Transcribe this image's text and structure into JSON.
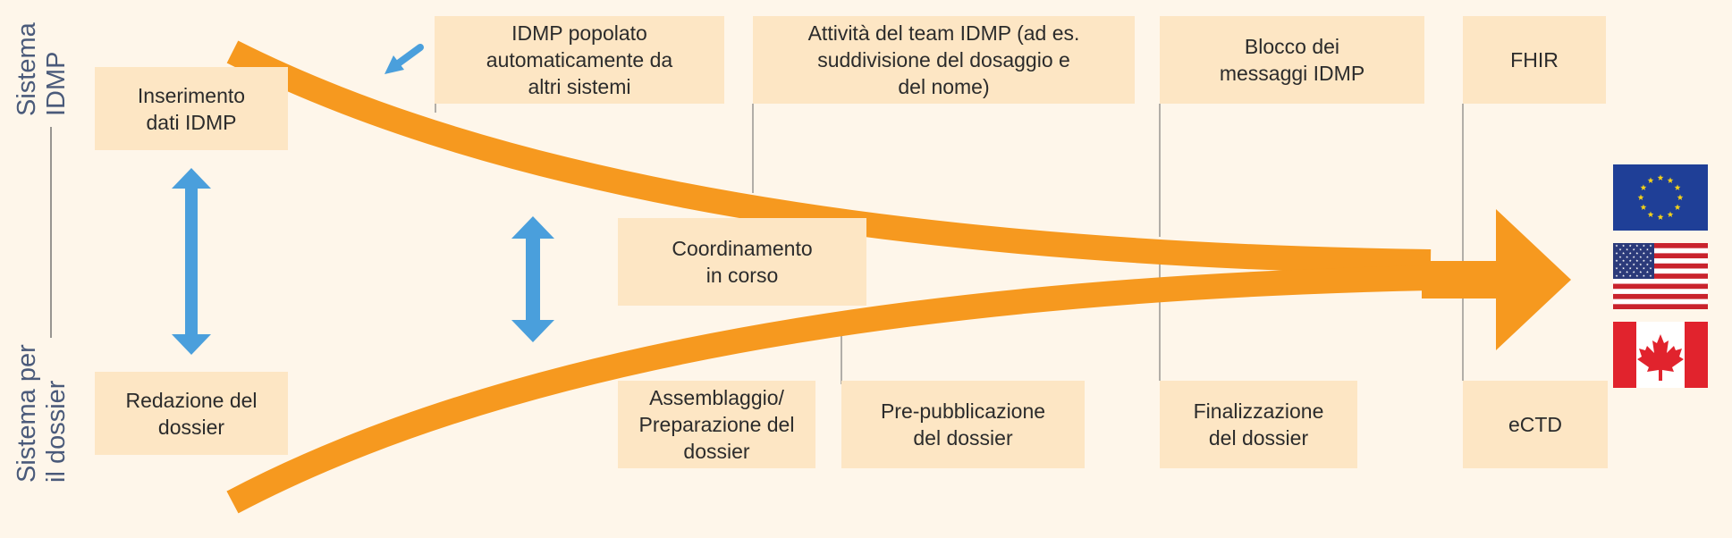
{
  "lanes": {
    "top": "Sistema\nIDMP",
    "bottom": "Sistema per\nil dossier"
  },
  "boxes": {
    "inserimento": "Inserimento\ndati IDMP",
    "redazione": "Redazione del\ndossier",
    "idmp_popolato": "IDMP popolato\nautomaticamente da\naltri sistemi",
    "attivita": "Attività del team IDMP (ad es.\nsuddivisione del dosaggio  e\ndel nome)",
    "blocco": "Blocco dei\nmessaggi IDMP",
    "fhir": "FHIR",
    "coordinamento": "Coordinamento\nin corso",
    "assemblaggio": "Assemblaggio/\nPreparazione del\ndossier",
    "prepubblicazione": "Pre-pubblicazione\ndel  dossier",
    "finalizzazione": "Finalizzazione\ndel  dossier",
    "ectd": "eCTD"
  },
  "flags": [
    "eu-flag",
    "us-flag",
    "canada-flag"
  ],
  "colors": {
    "background": "#fef6ea",
    "box": "#fde6c4",
    "orange_arrow": "#f6991f",
    "blue_arrow": "#4a9fdc",
    "lane_text": "#4a5a7a"
  }
}
